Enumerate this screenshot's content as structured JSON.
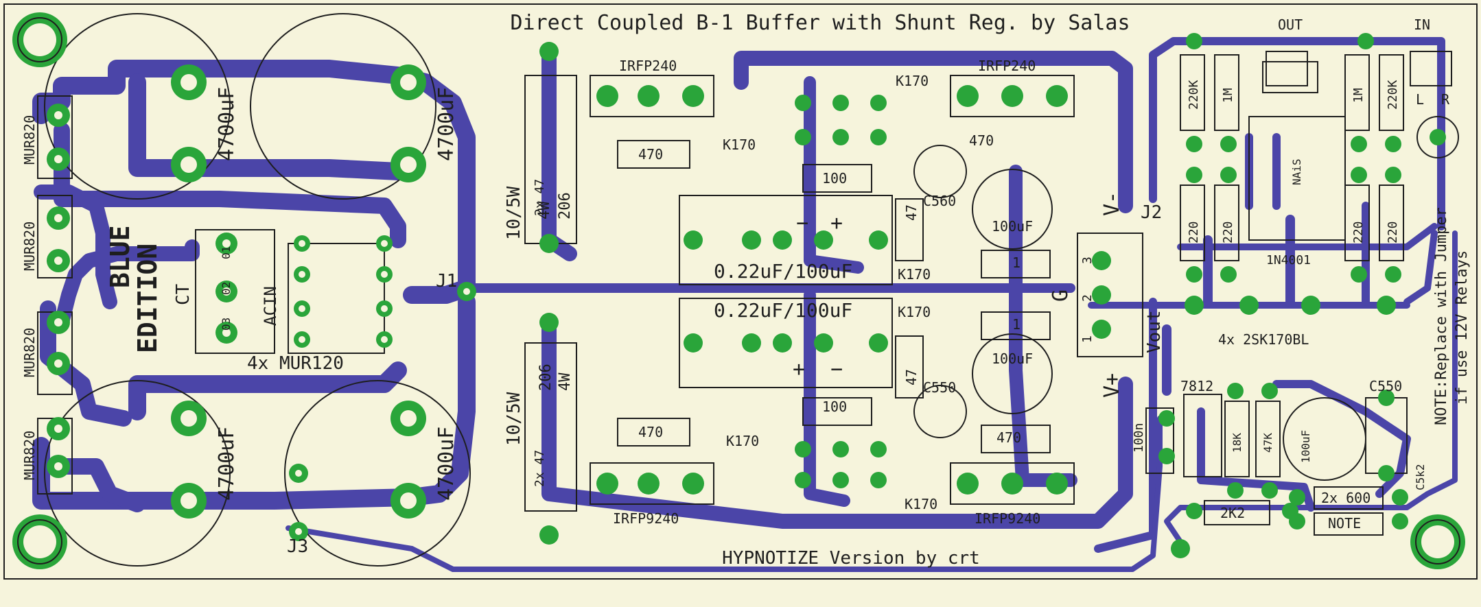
{
  "board": {
    "title": "Direct Coupled B-1 Buffer with Shunt Reg. by Salas",
    "footer": "HYPNOTIZE Version by crt",
    "edition": [
      "BLUE",
      "EDITION"
    ],
    "note": [
      "NOTE:Replace with Jumper",
      "if use 12V Relays"
    ]
  },
  "colors": {
    "background": "#f6f4dc",
    "trace": "#4b45a8",
    "pad": "#2aa53a",
    "silkscreen": "#1e1e1e"
  },
  "labels": {
    "mur820": "MUR820",
    "cap_4700": "4700uF",
    "irfp240": "IRFP240",
    "irfp9240": "IRFP9240",
    "k170": "K170",
    "r470": "470",
    "r100": "100",
    "r47": "47",
    "r1": "1",
    "c560": "C560",
    "c550": "C550",
    "c100uf": "100uF",
    "r10_5w": "10/5W",
    "r2x47": "2x 47",
    "r4w": "4W",
    "r206": "206",
    "cap_film": "0.22uF/100uF",
    "ct": "CT",
    "acin": "ACIN",
    "bridge": "4x MUR120",
    "j1": "J1",
    "j2": "J2",
    "j3": "J3",
    "out": "OUT",
    "in": "IN",
    "l": "L",
    "r": "R",
    "r220k": "220K",
    "r1m": "1M",
    "r220": "220",
    "nais": "NAiS",
    "diode": "1N4001",
    "jfets": "4x 2SK170BL",
    "reg": "7812",
    "r100n": "100n",
    "r18k": "18K",
    "r47k": "47K",
    "r2k2": "2K2",
    "r2x600": "2x 600",
    "note_box": "NOTE",
    "c550b": "C550",
    "c5k2": "C5k2",
    "vout": "Vout",
    "vplus": "V+",
    "vminus": "V-",
    "g": "G",
    "plus": "+",
    "minus": "−",
    "pin1": "1",
    "pin2": "2",
    "pin3": "3",
    "o1": "01",
    "o2": "02",
    "o3": "03"
  }
}
